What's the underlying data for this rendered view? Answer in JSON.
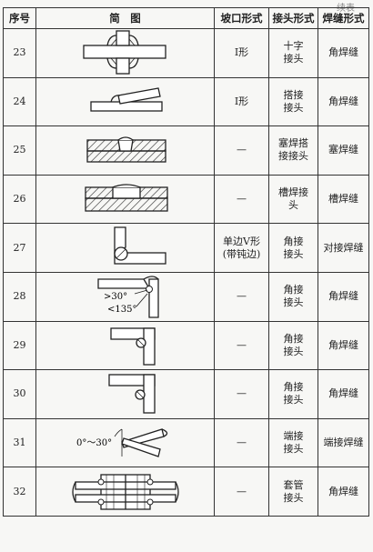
{
  "top_tag": "续表",
  "headers": [
    "序号",
    "简　图",
    "坡口形式",
    "接头形式",
    "焊缝形式"
  ],
  "rows": [
    {
      "no": "23",
      "groove": "I形",
      "joint": "十字\n接头",
      "weld": "角焊缝",
      "sketch": "cross-joint"
    },
    {
      "no": "24",
      "groove": "I形",
      "joint": "搭接\n接头",
      "weld": "角焊缝",
      "sketch": "lap-joint"
    },
    {
      "no": "25",
      "groove": "—",
      "joint": "塞焊搭\n接接头",
      "weld": "塞焊缝",
      "sketch": "plug-lap-joint"
    },
    {
      "no": "26",
      "groove": "—",
      "joint": "槽焊接\n头",
      "weld": "槽焊缝",
      "sketch": "slot-joint"
    },
    {
      "no": "27",
      "groove": "单边V形\n(带钝边)",
      "joint": "角接\n接头",
      "weld": "对接焊缝",
      "sketch": "corner-bevel-joint"
    },
    {
      "no": "28",
      "groove": "—",
      "joint": "角接\n接头",
      "weld": "角焊缝",
      "sketch": "corner-angle-joint",
      "sketch_labels": [
        ">30°",
        "<135°"
      ]
    },
    {
      "no": "29",
      "groove": "—",
      "joint": "角接\n接头",
      "weld": "角焊缝",
      "sketch": "corner-joint-inner"
    },
    {
      "no": "30",
      "groove": "—",
      "joint": "角接\n接头",
      "weld": "角焊缝",
      "sketch": "corner-joint-outer"
    },
    {
      "no": "31",
      "groove": "—",
      "joint": "端接\n接头",
      "weld": "端接焊缝",
      "sketch": "edge-joint",
      "sketch_labels": [
        "0°～30°"
      ]
    },
    {
      "no": "32",
      "groove": "—",
      "joint": "套管\n接头",
      "weld": "角焊缝",
      "sketch": "sleeve-joint"
    }
  ]
}
